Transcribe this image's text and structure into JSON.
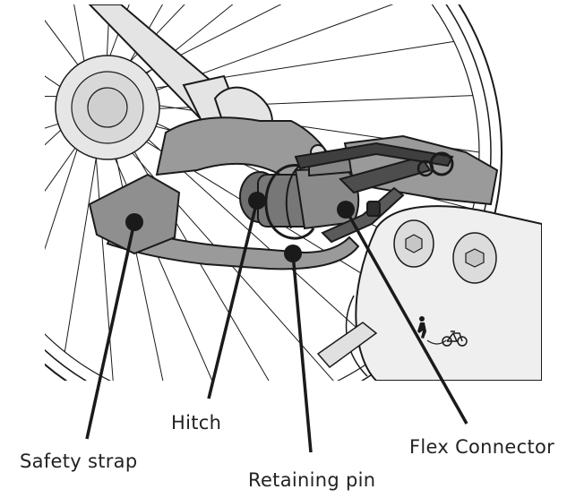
{
  "labels": {
    "hitch": "Hitch",
    "safety_strap": "Safety strap",
    "retaining_pin": "Retaining pin",
    "flex_connector": "Flex Connector"
  },
  "icons": [
    "walking-person-icon",
    "bicycle-icon"
  ],
  "colors": {
    "strap_gray": "#9a9a9a",
    "metal_dark": "#6f6f6f",
    "frame_light": "#e4e4e4",
    "line_black": "#1a1a1a"
  }
}
